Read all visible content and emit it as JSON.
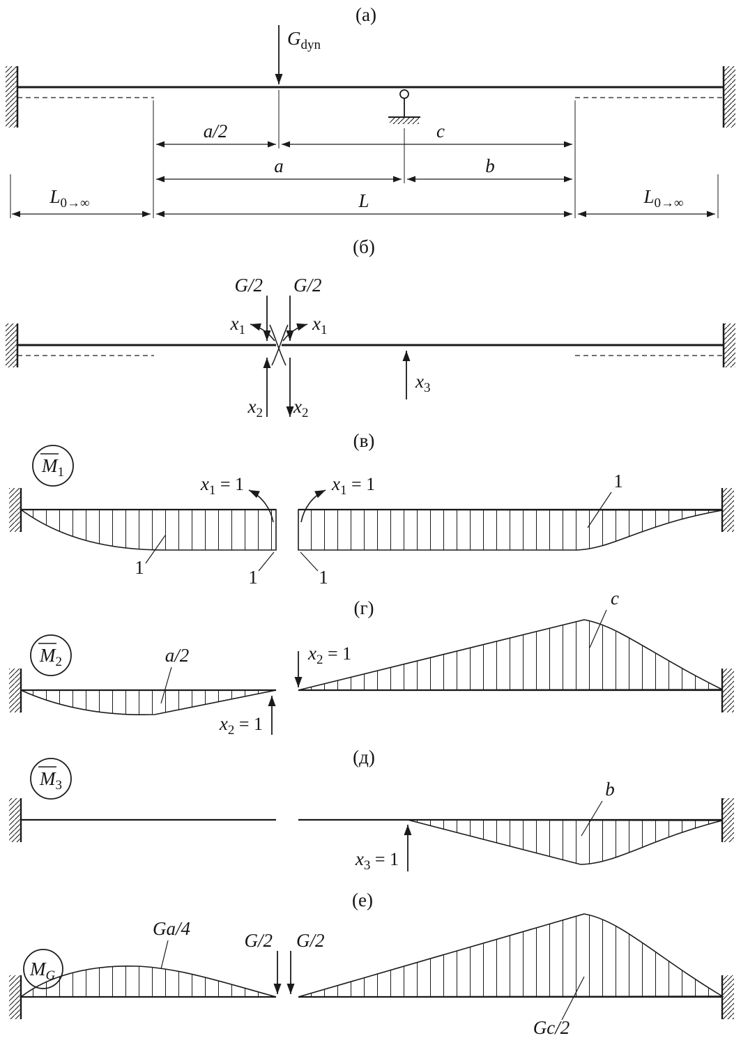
{
  "panels": {
    "a": {
      "tag": "(а)",
      "force": {
        "base": "G",
        "sub": "dyn"
      },
      "dims": {
        "a_half": "a/2",
        "c": "c",
        "a": "a",
        "b": "b",
        "L": "L",
        "L0": {
          "base": "L",
          "sub": "0→∞"
        }
      }
    },
    "b": {
      "tag": "(б)",
      "g_half": "G/2",
      "x1": {
        "base": "x",
        "sub": "1"
      },
      "x2": {
        "base": "x",
        "sub": "2"
      },
      "x3": {
        "base": "x",
        "sub": "3"
      }
    },
    "v": {
      "tag": "(в)",
      "m1": {
        "base": "M",
        "sub": "1"
      },
      "x1_eq": {
        "base": "x",
        "sub": "1",
        "eq": " = 1"
      },
      "unit": "1"
    },
    "g": {
      "tag": "(г)",
      "m2": {
        "base": "M",
        "sub": "2"
      },
      "x2_eq": {
        "base": "x",
        "sub": "2",
        "eq": " = 1"
      },
      "a_half": "a/2",
      "c": "c"
    },
    "d": {
      "tag": "(д)",
      "m3": {
        "base": "M",
        "sub": "3"
      },
      "x3_eq": {
        "base": "x",
        "sub": "3",
        "eq": " = 1"
      },
      "b": "b"
    },
    "e": {
      "tag": "(е)",
      "mg": {
        "base": "M",
        "sub": "G"
      },
      "ga4": "Ga/4",
      "g_half": "G/2",
      "gc2": "Gc/2"
    }
  }
}
